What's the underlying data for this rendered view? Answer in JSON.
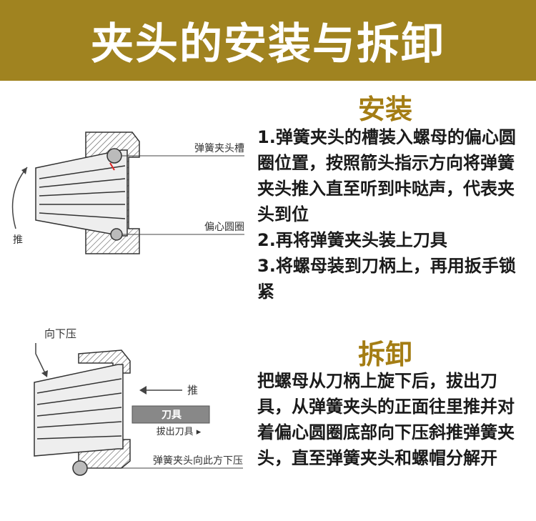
{
  "header": {
    "title": "夹头的安装与拆卸"
  },
  "install": {
    "title": "安装",
    "steps": [
      "1.弹簧夹头的槽装入螺母的偏心圆圈位置，按照箭头指示方向将弹簧夹头推入直至听到咔哒声，代表夹头到位",
      "2.再将弹簧夹头装上刀具",
      "3.将螺母装到刀柄上，再用扳手锁紧"
    ],
    "diagram": {
      "label_groove": "弹簧夹头槽",
      "label_eccentric": "偏心圆圈",
      "label_push": "推"
    }
  },
  "removal": {
    "title": "拆卸",
    "text": "把螺母从刀柄上旋下后，拔出刀具，从弹簧夹头的正面往里推并对着偏心圆圈底部向下压斜推弹簧夹头，直至弹簧夹头和螺帽分解开",
    "diagram": {
      "label_press_down": "向下压",
      "label_push": "推",
      "label_tool": "刀具",
      "label_pull_out": "拔出刀具 ▸",
      "label_collet_press": "弹簧夹头向此方下压"
    }
  },
  "colors": {
    "banner": "#a08320",
    "accent": "#a47d14",
    "text": "#1a1a1a"
  }
}
